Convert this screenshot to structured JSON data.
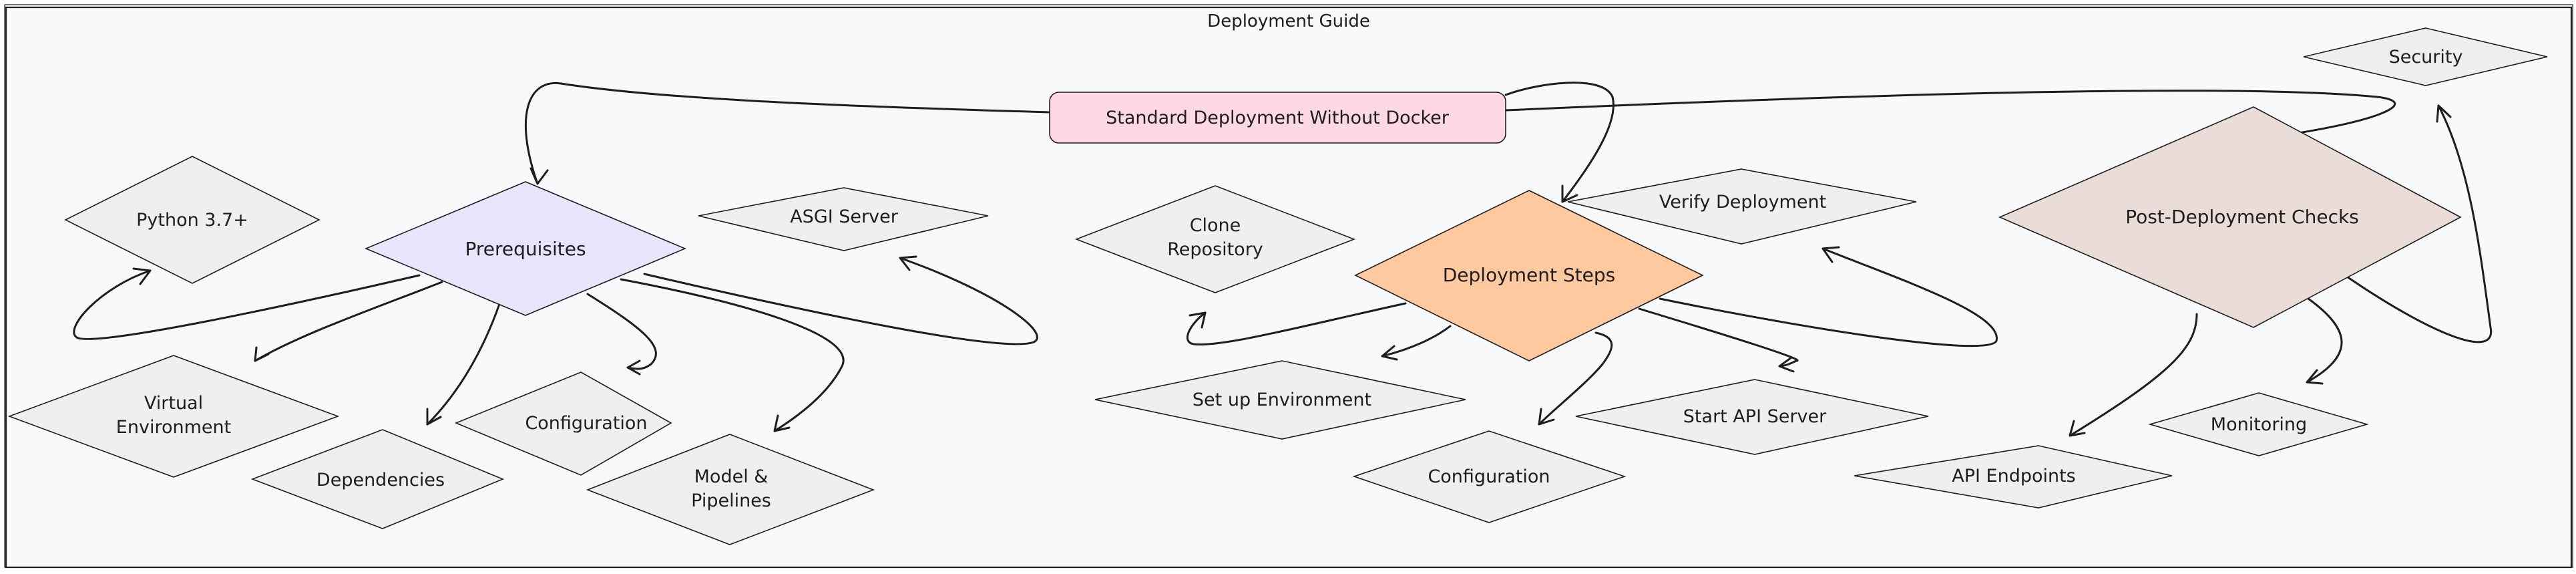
{
  "title": "Deployment Guide",
  "colors": {
    "frame_bg": "#f8f9fa",
    "default_fill": "#efefef",
    "root_fill": "#ffd8e6",
    "prereq_fill": "#e7e4fb",
    "steps_fill": "#ffc9a0",
    "checks_fill": "#eadcd6",
    "stroke": "#1e1e1e"
  },
  "nodes": {
    "root": "Standard Deployment Without Docker",
    "prerequisites": "Prerequisites",
    "python": "Python 3.7+",
    "virtual_env": [
      "Virtual",
      "Environment"
    ],
    "dependencies": "Dependencies",
    "configuration_prereq": "Configuration",
    "model_pipelines": [
      "Model &",
      "Pipelines"
    ],
    "asgi_server": "ASGI Server",
    "deployment_steps": "Deployment Steps",
    "clone_repo": [
      "Clone",
      "Repository"
    ],
    "setup_env": "Set up Environment",
    "configuration_steps": "Configuration",
    "start_api": "Start API Server",
    "verify": "Verify Deployment",
    "post_checks": "Post-Deployment Checks",
    "api_endpoints": "API Endpoints",
    "monitoring": "Monitoring",
    "security": "Security"
  }
}
